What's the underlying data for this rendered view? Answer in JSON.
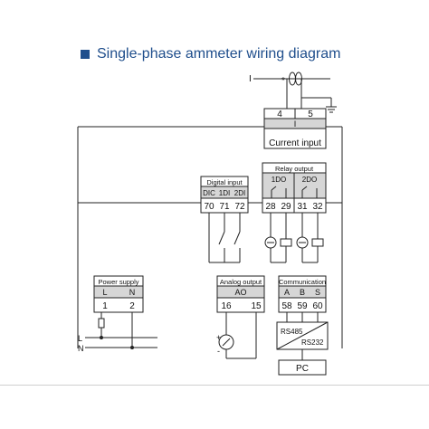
{
  "title": "Single-phase ammeter wiring diagram",
  "colors": {
    "title": "#1f4e8c",
    "header_fill": "#d6d6d6",
    "line": "#222222"
  },
  "current": {
    "line_label": "I",
    "polarity_mark": "*",
    "terminal_4": "4",
    "terminal_5": "5",
    "symbol": "I",
    "caption": "Current input"
  },
  "digital_input": {
    "title": "Digital input",
    "labels": [
      "DIC",
      "1DI",
      "2DI"
    ],
    "terminals": [
      "70",
      "71",
      "72"
    ]
  },
  "relay_output": {
    "title": "Relay output",
    "labels": [
      "1DO",
      "2DO"
    ],
    "terminals": [
      "28",
      "29",
      "31",
      "32"
    ]
  },
  "power_supply": {
    "title": "Power supply",
    "labels": [
      "L",
      "N"
    ],
    "terminals": [
      "1",
      "2"
    ]
  },
  "analog_output": {
    "title": "Analog output",
    "label": "AO",
    "terminals": [
      "16",
      "15"
    ],
    "plus": "+",
    "minus": "-"
  },
  "communication": {
    "title": "Communication",
    "labels": [
      "A",
      "B",
      "S"
    ],
    "terminals": [
      "58",
      "59",
      "60"
    ],
    "rs485": "RS485",
    "rs232": "RS232",
    "pc": "PC"
  },
  "mains": {
    "L": "L",
    "N": "N"
  }
}
